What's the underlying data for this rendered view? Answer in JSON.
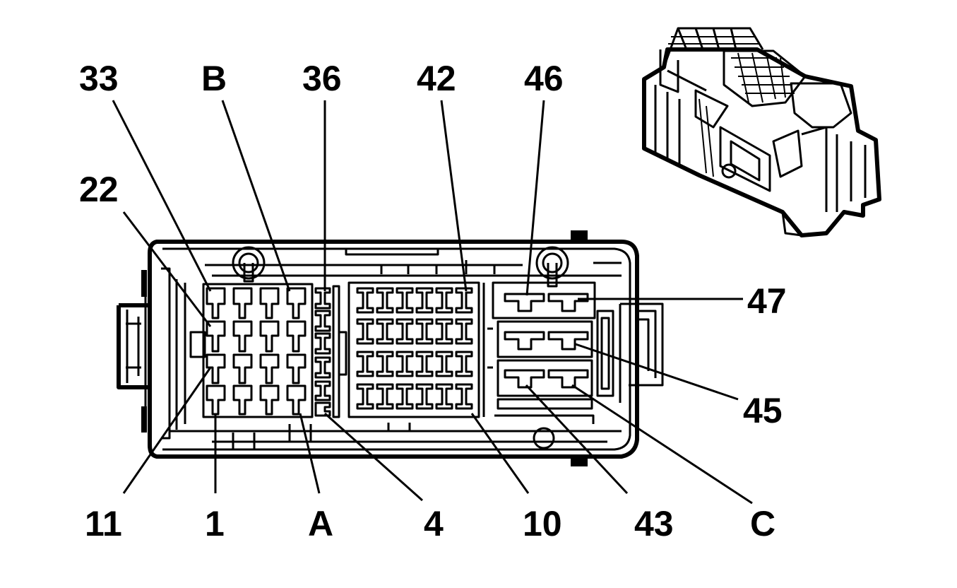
{
  "diagram": {
    "callouts": {
      "c33": "33",
      "cB": "B",
      "c36": "36",
      "c42": "42",
      "c46": "46",
      "c22": "22",
      "c47": "47",
      "c45": "45",
      "c11": "11",
      "c1": "1",
      "cA": "A",
      "c4": "4",
      "c10": "10",
      "c43": "43",
      "cC": "C"
    }
  }
}
